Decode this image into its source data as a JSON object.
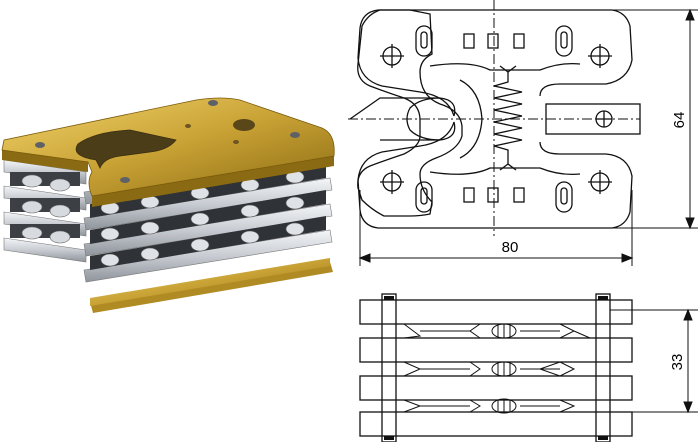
{
  "dimensions": {
    "width_label": "80",
    "height_label": "64",
    "stack_height_label": "33"
  },
  "colors": {
    "brass": "#c9a235",
    "brass_light": "#e6c55a",
    "brass_dark": "#8a6a12",
    "silver": "#d9dde3",
    "silver_dark": "#8e949b",
    "line": "#111111"
  },
  "views": {
    "photo": "contact-finger-assembly-photo",
    "top_view": "plan-drawing",
    "side_view": "side-stack-drawing"
  }
}
